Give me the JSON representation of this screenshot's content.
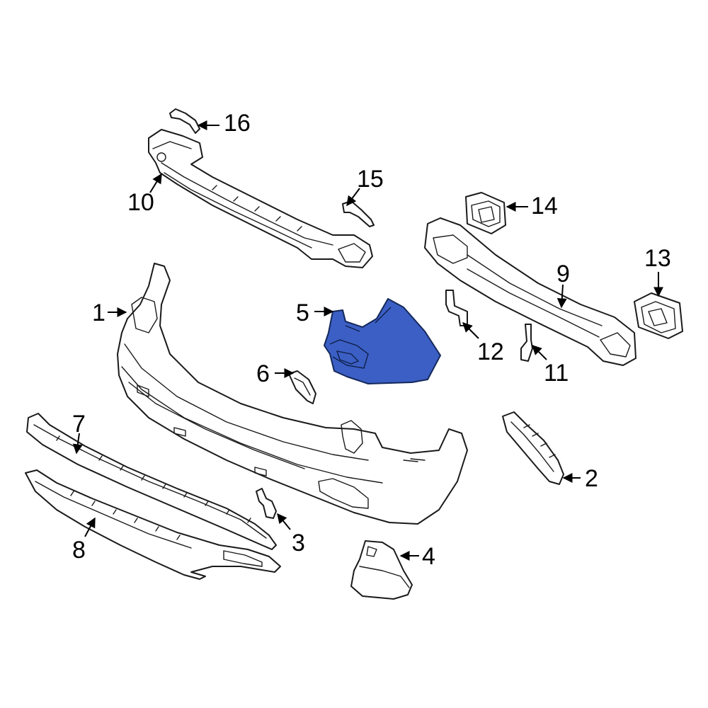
{
  "highlight_color": "#3b5fc4",
  "callouts": [
    {
      "id": "1",
      "label": "1"
    },
    {
      "id": "2",
      "label": "2"
    },
    {
      "id": "3",
      "label": "3"
    },
    {
      "id": "4",
      "label": "4"
    },
    {
      "id": "5",
      "label": "5"
    },
    {
      "id": "6",
      "label": "6"
    },
    {
      "id": "7",
      "label": "7"
    },
    {
      "id": "8",
      "label": "8"
    },
    {
      "id": "9",
      "label": "9"
    },
    {
      "id": "10",
      "label": "10"
    },
    {
      "id": "11",
      "label": "11"
    },
    {
      "id": "12",
      "label": "12"
    },
    {
      "id": "13",
      "label": "13"
    },
    {
      "id": "14",
      "label": "14"
    },
    {
      "id": "15",
      "label": "15"
    },
    {
      "id": "16",
      "label": "16"
    }
  ]
}
